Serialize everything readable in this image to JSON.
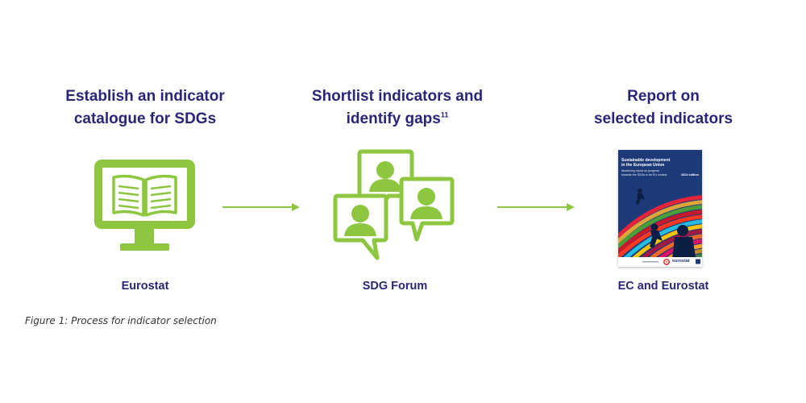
{
  "steps": [
    {
      "title_line1": "Establish an indicator",
      "title_line2": "catalogue for SDGs",
      "actor": "Eurostat",
      "icon": "monitor-book-icon"
    },
    {
      "title_line1": "Shortlist indicators and",
      "title_line2": "identify gaps",
      "footnote": "11",
      "actor": "SDG Forum",
      "icon": "discussion-bubbles-icon"
    },
    {
      "title_line1": "Report on",
      "title_line2": "selected indicators",
      "actor": "EC and Eurostat",
      "icon": "report-cover-image"
    }
  ],
  "report_cover": {
    "title_line1": "Sustainable development",
    "title_line2": "in the European Union",
    "subtitle_line1": "Monitoring report on progress",
    "subtitle_line2": "towards the SDGs in an EU context",
    "edition": "2024 edition",
    "publisher": "eurostat"
  },
  "caption": "Figure 1: Process for indicator selection",
  "colors": {
    "title": "#2a2677",
    "accent": "#8dc63f",
    "cover": "#1d3a78"
  }
}
